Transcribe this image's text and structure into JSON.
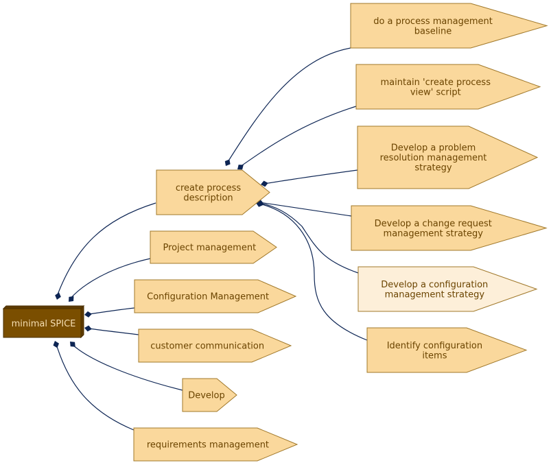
{
  "colors": {
    "node_fill": "#fad89c",
    "node_fill_light": "#fdefd9",
    "node_stroke": "#a0782a",
    "node_text": "#6b4400",
    "root_fill": "#7a4e00",
    "root_side": "#5e3b00",
    "root_text": "#f5deb3",
    "edge": "#0d2554"
  },
  "root": {
    "label": "minimal SPICE"
  },
  "level1": [
    {
      "id": "create-process-description",
      "lines": [
        "create process",
        "description"
      ]
    },
    {
      "id": "project-management",
      "lines": [
        "Project management"
      ]
    },
    {
      "id": "configuration-management",
      "lines": [
        "Configuration Management"
      ]
    },
    {
      "id": "customer-communication",
      "lines": [
        "customer communication"
      ]
    },
    {
      "id": "develop",
      "lines": [
        "Develop"
      ]
    },
    {
      "id": "requirements-management",
      "lines": [
        "requirements management"
      ]
    }
  ],
  "level2": [
    {
      "id": "do-process-management-baseline",
      "lines": [
        "do a process management",
        "baseline"
      ]
    },
    {
      "id": "maintain-create-process-view-script",
      "lines": [
        "maintain 'create process",
        "view' script"
      ]
    },
    {
      "id": "develop-problem-resolution-strategy",
      "lines": [
        "Develop a problem",
        "resolution management",
        "strategy"
      ]
    },
    {
      "id": "develop-change-request-strategy",
      "lines": [
        "Develop a change request",
        "management strategy"
      ]
    },
    {
      "id": "develop-configuration-strategy",
      "lines": [
        "Develop a configuration",
        "management strategy"
      ],
      "highlight": true
    },
    {
      "id": "identify-configuration-items",
      "lines": [
        "Identify configuration",
        "items"
      ]
    }
  ]
}
